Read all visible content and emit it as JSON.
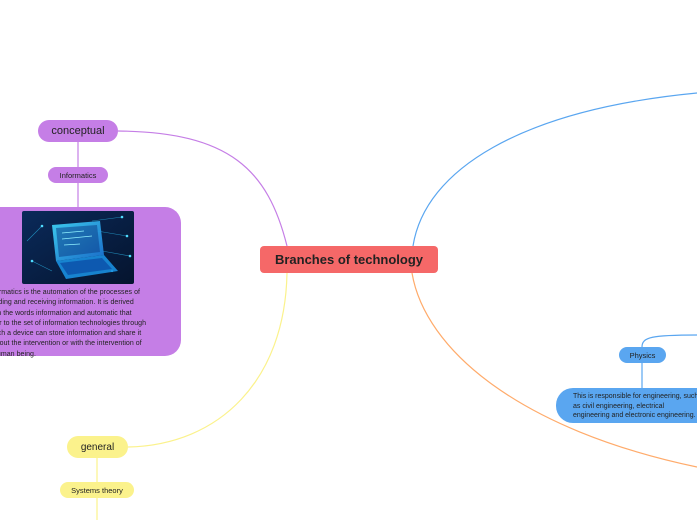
{
  "central_topic": "Branches of technology",
  "branches": {
    "conceptual": {
      "label": "conceptual",
      "color": "#c57ee6",
      "child": {
        "label": "Informatics",
        "image": "laptop-network-illustration",
        "description_lines": [
          "Informatics is the automation of the processes of",
          "sending and receiving information. It is derived",
          "from the words information and automatic that",
          "refer to the set of information technologies through",
          "which a device can store information and share it",
          "without the intervention or with the intervention of",
          "a human being."
        ]
      }
    },
    "general": {
      "label": "general",
      "color": "#fbf28c",
      "child": {
        "label": "Systems theory"
      }
    },
    "physics": {
      "label": "Physics",
      "color": "#5aa6f0",
      "description_lines": [
        "This is responsible for engineering, such",
        "as civil engineering, electrical",
        "engineering and electronic engineering."
      ]
    },
    "offscreen_branch_colors": {
      "top_right": "#5aa6f0",
      "bottom_right": "#ffab6b"
    }
  }
}
